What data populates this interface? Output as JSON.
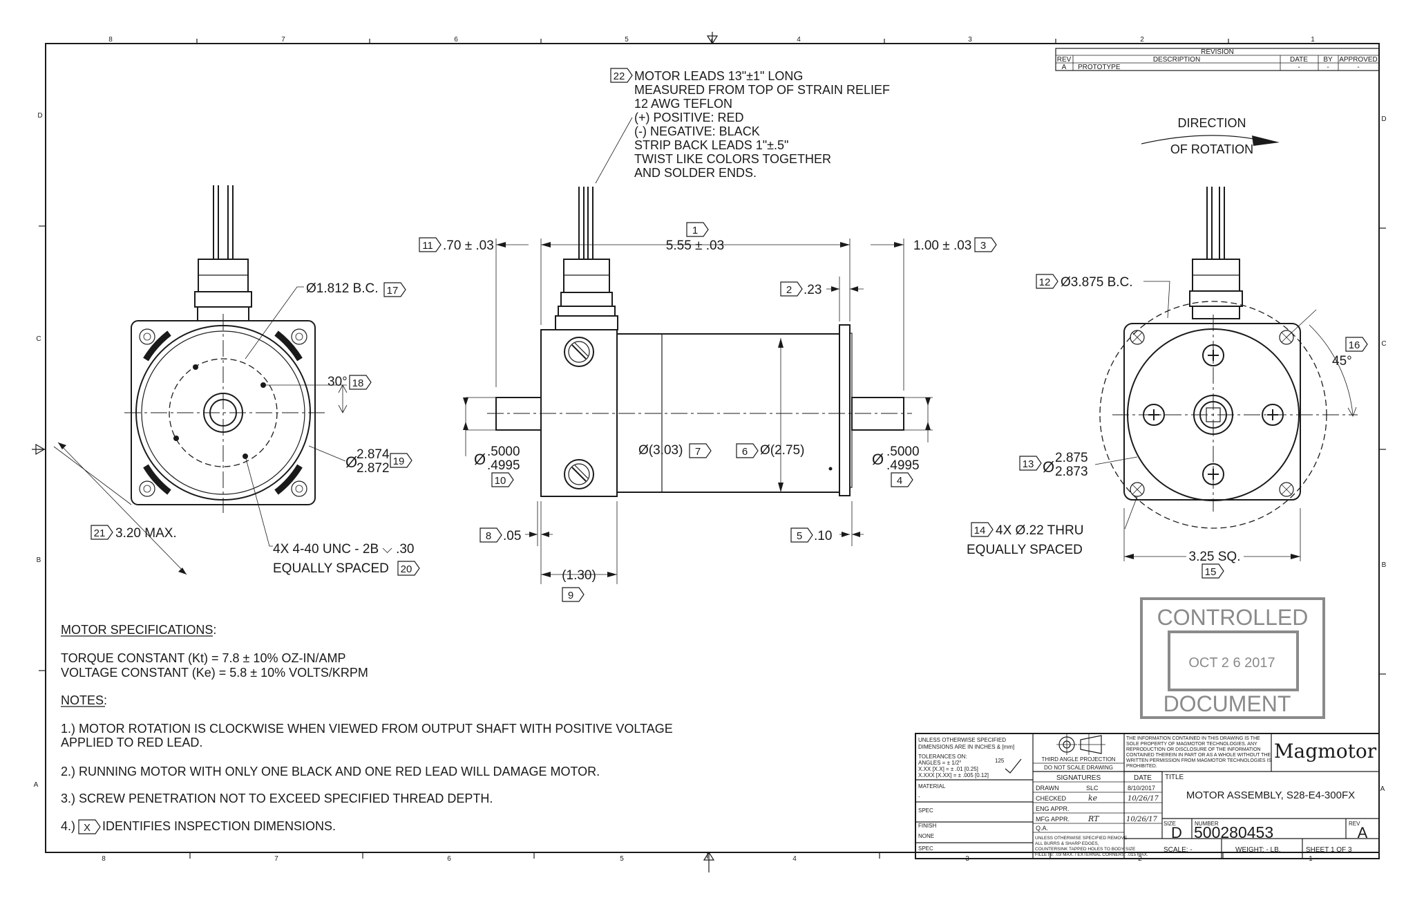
{
  "border": {
    "top_zones": [
      "8",
      "7",
      "6",
      "5",
      "4",
      "3",
      "2",
      "1"
    ],
    "bottom_zones": [
      "8",
      "7",
      "6",
      "5",
      "4",
      "3",
      "2",
      "1"
    ],
    "side_zones": [
      "D",
      "C",
      "B",
      "A"
    ]
  },
  "revision": {
    "title": "REVISION",
    "headers": {
      "rev": "REV",
      "description": "DESCRIPTION",
      "date": "DATE",
      "by": "BY",
      "approved": "APPROVED"
    },
    "row": {
      "rev": "A",
      "description": "PROTOTYPE",
      "date": "-",
      "by": "-",
      "approved": "-"
    }
  },
  "rotation": {
    "line1": "DIRECTION",
    "line2": "OF ROTATION"
  },
  "note22": {
    "tag": "22",
    "lines": [
      "MOTOR LEADS 13\"±1\" LONG",
      "MEASURED FROM TOP OF STRAIN RELIEF",
      "12 AWG TEFLON",
      "(+) POSITIVE: RED",
      "(-) NEGATIVE: BLACK",
      "STRIP BACK LEADS 1\"±.5\"",
      "TWIST LIKE COLORS TOGETHER",
      "AND SOLDER ENDS."
    ]
  },
  "left_view": {
    "d17": {
      "text": "Ø1.812 B.C.",
      "tag": "17"
    },
    "d18": {
      "text": "30°",
      "tag": "18"
    },
    "d19": {
      "sym": "Ø",
      "upper": "2.874",
      "lower": "2.872",
      "tag": "19"
    },
    "d20": {
      "line1": "4X 4-40 UNC - 2B ⌵ .30",
      "line2": "EQUALLY SPACED",
      "tag": "20"
    },
    "d21": {
      "text": "3.20 MAX.",
      "tag": "21"
    }
  },
  "side_view": {
    "d1": {
      "text": "5.55 ± .03",
      "tag": "1"
    },
    "d11": {
      "text": ".70 ± .03",
      "tag": "11"
    },
    "d3": {
      "text": "1.00 ± .03",
      "tag": "3"
    },
    "d2": {
      "text": ".23",
      "tag": "2"
    },
    "d7": {
      "text": "Ø(3.03)",
      "tag": "7"
    },
    "d6": {
      "text": "Ø(2.75)",
      "tag": "6"
    },
    "d10": {
      "sym": "Ø",
      "upper": ".5000",
      "lower": ".4995",
      "tag": "10"
    },
    "d4": {
      "sym": "Ø",
      "upper": ".5000",
      "lower": ".4995",
      "tag": "4"
    },
    "d8": {
      "text": ".05",
      "tag": "8"
    },
    "d5": {
      "text": ".10",
      "tag": "5"
    },
    "d9": {
      "text": "(1.30)",
      "tag": "9"
    }
  },
  "right_view": {
    "d12": {
      "text": "Ø3.875 B.C.",
      "tag": "12"
    },
    "d16": {
      "text": "45°",
      "tag": "16"
    },
    "d13": {
      "sym": "Ø",
      "upper": "2.875",
      "lower": "2.873",
      "tag": "13"
    },
    "d14": {
      "line1": "4X Ø.22 THRU",
      "line2": "EQUALLY SPACED",
      "tag": "14"
    },
    "d15": {
      "text": "3.25 SQ.",
      "tag": "15"
    }
  },
  "specs": {
    "heading": "MOTOR SPECIFICATIONS:",
    "torque": "TORQUE CONSTANT (Kt) = 7.8 ± 10% OZ-IN/AMP",
    "voltage": "VOLTAGE CONSTANT (Ke) = 5.8 ± 10% VOLTS/KRPM"
  },
  "notes": {
    "heading": "NOTES:",
    "n1a": "1.) MOTOR ROTATION IS CLOCKWISE WHEN VIEWED FROM OUTPUT SHAFT WITH POSITIVE VOLTAGE",
    "n1b": "APPLIED TO RED LEAD.",
    "n2": "2.) RUNNING MOTOR WITH ONLY ONE BLACK AND ONE RED LEAD WILL DAMAGE MOTOR.",
    "n3": "3.) SCREW PENETRATION NOT TO EXCEED SPECIFIED THREAD DEPTH.",
    "n4a": "4.)",
    "n4tag": "X",
    "n4b": "IDENTIFIES INSPECTION DIMENSIONS."
  },
  "stamp": {
    "top": "CONTROLLED",
    "date": "OCT 2 6 2017",
    "bottom": "DOCUMENT"
  },
  "title_block": {
    "unless1": "UNLESS OTHERWISE SPECIFIED",
    "unless2": "DIMENSIONS ARE IN INCHES & [mm]",
    "tol1": "TOLERANCES ON:",
    "tol2": "ANGLES = ± 1/2°",
    "tol3": "X.XX [X.X] = ± .01 [0.25]",
    "tol4": "X.XXX [X.XX] = ± .005 [0.12]",
    "finish_val": "125",
    "material": "MATERIAL",
    "material_val": "-",
    "spec": "SPEC",
    "finish": "FINISH",
    "finish_none": "NONE",
    "spec2": "SPEC",
    "proj": "THIRD ANGLE PROJECTION",
    "noscale": "DO NOT SCALE DRAWING",
    "signatures": "SIGNATURES",
    "date_hdr": "DATE",
    "drawn": "DRAWN",
    "drawn_by": "SLC",
    "drawn_date": "8/10/2017",
    "checked": "CHECKED",
    "checked_by": "ke",
    "checked_date": "10/26/17",
    "eng": "ENG APPR.",
    "mfg": "MFG APPR.",
    "mfg_by": "RT",
    "mfg_date": "10/26/17",
    "qa": "Q.A.",
    "burr1": "UNLESS OTHERWISE SPECIFIED REMOVE",
    "burr2": "ALL BURRS & SHARP EDGES,",
    "burr3": "COUNTERSINK TAPPED HOLES TO BODY SIZE",
    "burr4": "FILLETS: .03 MAX. / EXTERNAL CORNERS: .015 MAX.",
    "prop1": "THE INFORMATION CONTAINED IN THIS DRAWING IS THE",
    "prop2": "SOLE PROPERTY OF MAGMOTOR TECHNOLOGIES. ANY",
    "prop3": "REPRODUCTION OR DISCLOSURE OF THE INFORMATION",
    "prop4": "CONTAINED THEREIN IN PART OR AS A WHOLE WITHOUT THE",
    "prop5": "WRITTEN PERMISSION FROM MAGMOTOR TECHNOLOGIES IS",
    "prop6": "PROHIBITED.",
    "logo": "Magmotor",
    "title_hdr": "TITLE",
    "title": "MOTOR ASSEMBLY, S28-E4-300FX",
    "size_hdr": "SIZE",
    "size": "D",
    "number_hdr": "NUMBER",
    "number": "500280453",
    "rev_hdr": "REV",
    "rev": "A",
    "scale": "SCALE: -",
    "weight": "WEIGHT: - LB.",
    "sheet": "SHEET  1  OF  3"
  }
}
